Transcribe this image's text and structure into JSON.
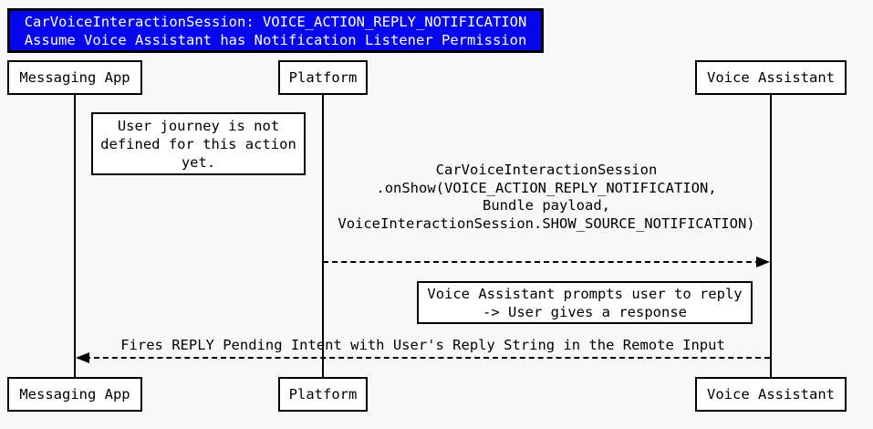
{
  "page": {
    "background_color": "#f8f8f8"
  },
  "title": {
    "lines": [
      "CarVoiceInteractionSession: VOICE_ACTION_REPLY_NOTIFICATION",
      "Assume Voice Assistant has Notification Listener Permission"
    ],
    "bg_color": "#0505ee",
    "text_color": "#ffffff"
  },
  "actors": [
    {
      "label": "Messaging App"
    },
    {
      "label": "Platform"
    },
    {
      "label": "Voice Assistant"
    }
  ],
  "notes": [
    {
      "lines": [
        "User journey is not",
        "defined for this action",
        "yet."
      ]
    },
    {
      "lines": [
        "Voice Assistant prompts user to reply",
        "-> User gives a response"
      ]
    }
  ],
  "messages": [
    {
      "from": "Platform",
      "to": "Voice Assistant",
      "arrow_style": "dashed",
      "direction": "right",
      "lines": [
        "CarVoiceInteractionSession",
        ".onShow(VOICE_ACTION_REPLY_NOTIFICATION,",
        "Bundle payload,",
        "VoiceInteractionSession.SHOW_SOURCE_NOTIFICATION)"
      ]
    },
    {
      "from": "Voice Assistant",
      "to": "Messaging App",
      "arrow_style": "dashed",
      "direction": "left",
      "lines": [
        "Fires REPLY Pending Intent with User's Reply String in the Remote Input"
      ]
    }
  ],
  "colors": {
    "line": "#000000",
    "box_bg": "#ffffff",
    "text": "#000000"
  }
}
